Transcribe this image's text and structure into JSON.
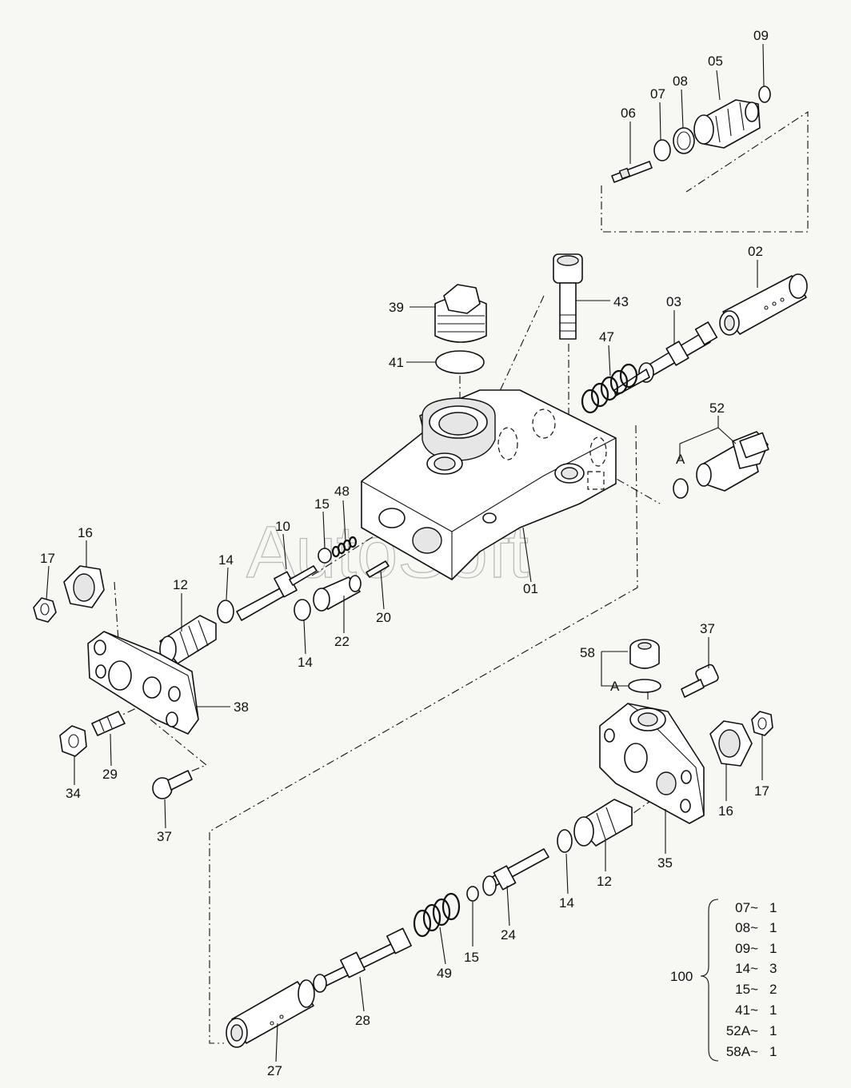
{
  "watermark": "AutoSoft",
  "part_labels": {
    "l01": "01",
    "l02": "02",
    "l03": "03",
    "l05": "05",
    "l06": "06",
    "l07": "07",
    "l08": "08",
    "l09": "09",
    "l10": "10",
    "l12a": "12",
    "l12b": "12",
    "l14a": "14",
    "l14b": "14",
    "l14c": "14",
    "l15a": "15",
    "l15b": "15",
    "l16a": "16",
    "l16b": "16",
    "l17a": "17",
    "l17b": "17",
    "l20": "20",
    "l22": "22",
    "l24": "24",
    "l27": "27",
    "l28": "28",
    "l29": "29",
    "l34": "34",
    "l35": "35",
    "l37a": "37",
    "l37b": "37",
    "l38": "38",
    "l39": "39",
    "l41": "41",
    "l43": "43",
    "l47": "47",
    "l48": "48",
    "l49": "49",
    "l52": "52",
    "l58": "58",
    "lA1": "A",
    "lA2": "A"
  },
  "kit": {
    "number": "100",
    "items": [
      {
        "part": "07~",
        "qty": "1"
      },
      {
        "part": "08~",
        "qty": "1"
      },
      {
        "part": "09~",
        "qty": "1"
      },
      {
        "part": "14~",
        "qty": "3"
      },
      {
        "part": "15~",
        "qty": "2"
      },
      {
        "part": "41~",
        "qty": "1"
      },
      {
        "part": "52A~",
        "qty": "1"
      },
      {
        "part": "58A~",
        "qty": "1"
      }
    ]
  }
}
